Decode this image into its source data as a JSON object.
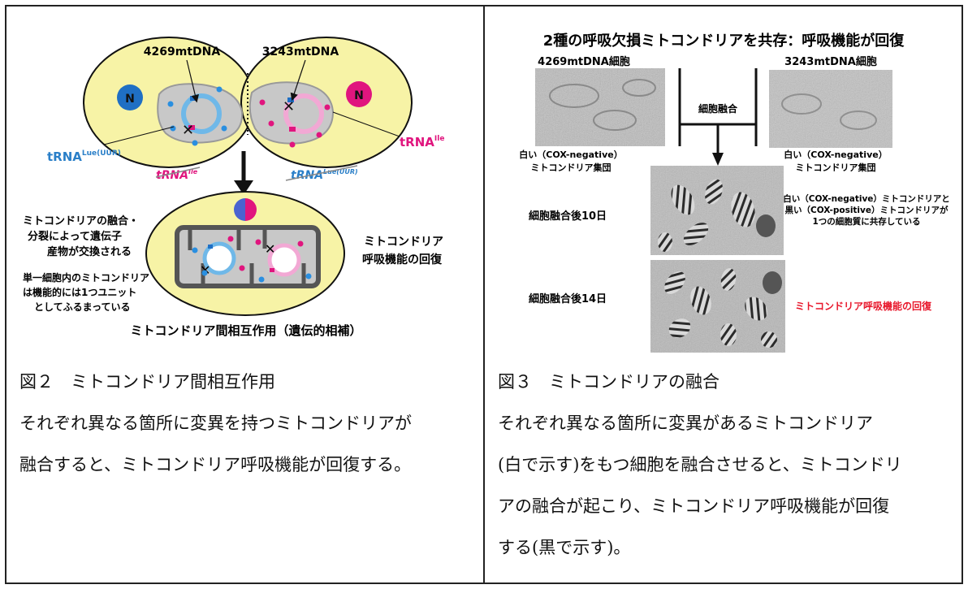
{
  "left": {
    "labels": {
      "mtdna_4269": "4269mtDNA",
      "mtdna_3243": "3243mtDNA",
      "n_left": "N",
      "n_right": "N",
      "trna_leu": "tRNA",
      "trna_leu_sup": "Lue(UUR)",
      "trna_ile_right": "tRNA",
      "trna_ile_right_sup": "Ile",
      "trna_ile_crossed": "tRNA",
      "trna_ile_crossed_sup": "Ile",
      "trna_leu_crossed": "tRNA",
      "trna_leu_crossed_sup": "Lue(UUR)",
      "fusion_note_1": "ミトコンドリアの融合・",
      "fusion_note_2": "分裂によって遺伝子",
      "fusion_note_3": "産物が交換される",
      "unit_note_1": "単一細胞内のミトコンドリア",
      "unit_note_2": "は機能的には1つユニット",
      "unit_note_3": "としてふるまっている",
      "recovery_1": "ミトコンドリア",
      "recovery_2": "呼吸機能の回復",
      "bottom_title": "ミトコンドリア間相互作用（遺伝的相補）"
    },
    "caption": "図２　ミトコンドリア間相互作用",
    "body": "それぞれ異なる箇所に変異を持つミトコンドリアが\n融合すると、ミトコンドリア呼吸機能が回復する。"
  },
  "right": {
    "labels": {
      "title": "2種の呼吸欠損ミトコンドリアを共存：呼吸機能が回復",
      "cell_4269": "4269mtDNA細胞",
      "cell_3243": "3243mtDNA細胞",
      "fusion": "細胞融合",
      "white_left_1": "白い（COX-negative）",
      "white_left_2": "ミトコンドリア集団",
      "white_right_1": "白い（COX-negative）",
      "white_right_2": "ミトコンドリア集団",
      "day10": "細胞融合後10日",
      "day14": "細胞融合後14日",
      "coexist_1": "白い（COX-negative）ミトコンドリアと",
      "coexist_2": "黒い（COX-positive）ミトコンドリアが",
      "coexist_3": "1つの細胞質に共存している",
      "recovery": "ミトコンドリア呼吸機能の回復"
    },
    "caption": "図３　ミトコンドリアの融合",
    "body": "それぞれ異なる箇所に変異があるミトコンドリア\n(白で示す)をもつ細胞を融合させると、ミトコンドリ\nアの融合が起こり、ミトコンドリア呼吸機能が回復\nする(黒で示す)。"
  },
  "colors": {
    "cell_fill": "#f7f3a6",
    "nucleus_blue": "#1f6fc4",
    "nucleus_pink": "#e0157e",
    "mito_gray": "#c8c8c8",
    "recovery_red": "#e8172b",
    "trna_blue": "#2a7fc8"
  }
}
